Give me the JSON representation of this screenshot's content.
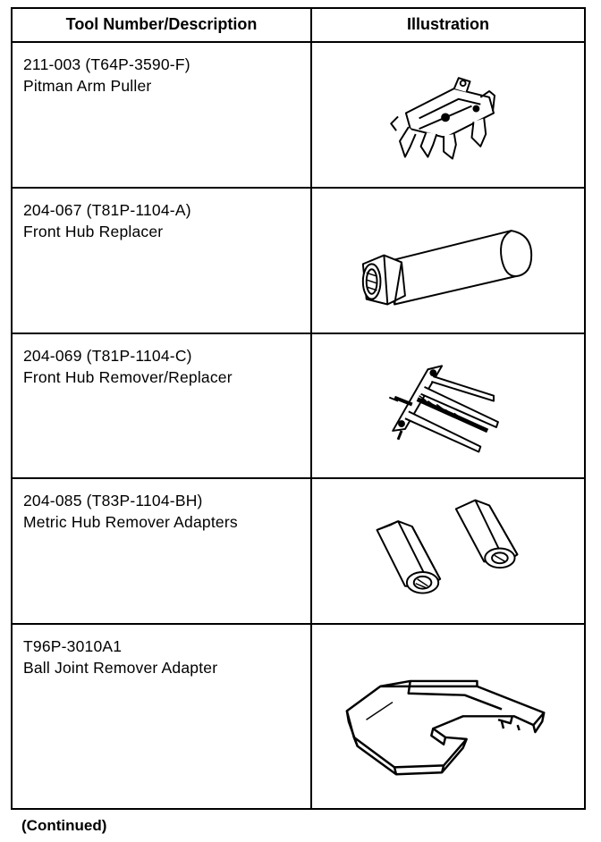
{
  "header": {
    "col1": "Tool Number/Description",
    "col2": "Illustration"
  },
  "rows": [
    {
      "number": "211-003 (T64P-3590-F)",
      "description": "Pitman Arm Puller",
      "icon": "pitman-arm-puller-icon"
    },
    {
      "number": "204-067 (T81P-1104-A)",
      "description": "Front Hub Replacer",
      "icon": "front-hub-replacer-icon"
    },
    {
      "number": "204-069 (T81P-1104-C)",
      "description": "Front Hub Remover/Replacer",
      "icon": "front-hub-remover-replacer-icon"
    },
    {
      "number": "204-085 (T83P-1104-BH)",
      "description": "Metric Hub Remover Adapters",
      "icon": "metric-hub-adapters-icon"
    },
    {
      "number": "T96P-3010A1",
      "description": "Ball Joint Remover Adapter",
      "icon": "ball-joint-adapter-icon"
    }
  ],
  "footer": "(Continued)"
}
